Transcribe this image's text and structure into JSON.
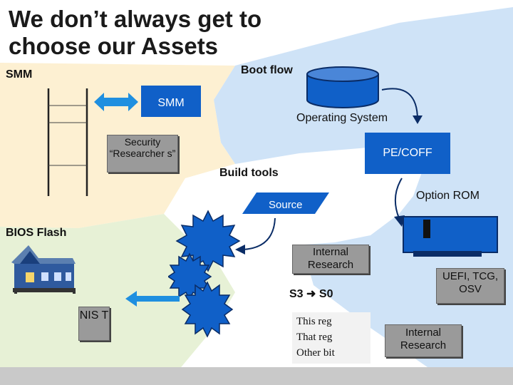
{
  "title_line1": "We don’t always get to",
  "title_line2": "choose our Assets",
  "labels": {
    "smm_region": "SMM",
    "boot_flow": "Boot flow",
    "smm_box": "SMM",
    "operating_system": "Operating System",
    "security_researchers": "Security “Researcher s”",
    "pe_coff": "PE/COFF",
    "build_tools": "Build tools",
    "option_rom": "Option ROM",
    "source": "Source",
    "bios_flash": "BIOS Flash",
    "internal_research_top": "Internal Research",
    "uefi_tcg_osv": "UEFI, TCG, OSV",
    "s3_label": "S3",
    "s0_label": "S0",
    "nist": "NIS T",
    "note_lines": [
      "This reg",
      "That reg",
      "Other bit"
    ],
    "internal_research_bottom": "Internal Research"
  },
  "colors": {
    "smm_region": "#fdf0d2",
    "boot_region": "#cfe3f7",
    "build_region": "#ffffff",
    "bios_region": "#e7f1d6",
    "bottom_bar": "#c9c9c9",
    "accent_blue": "#1060c8"
  },
  "icons": [
    "double-arrow-icon",
    "database-cylinder-icon",
    "curved-arrow-icon",
    "starburst-icon",
    "house-icon",
    "expansion-card-icon",
    "left-arrow-icon"
  ]
}
